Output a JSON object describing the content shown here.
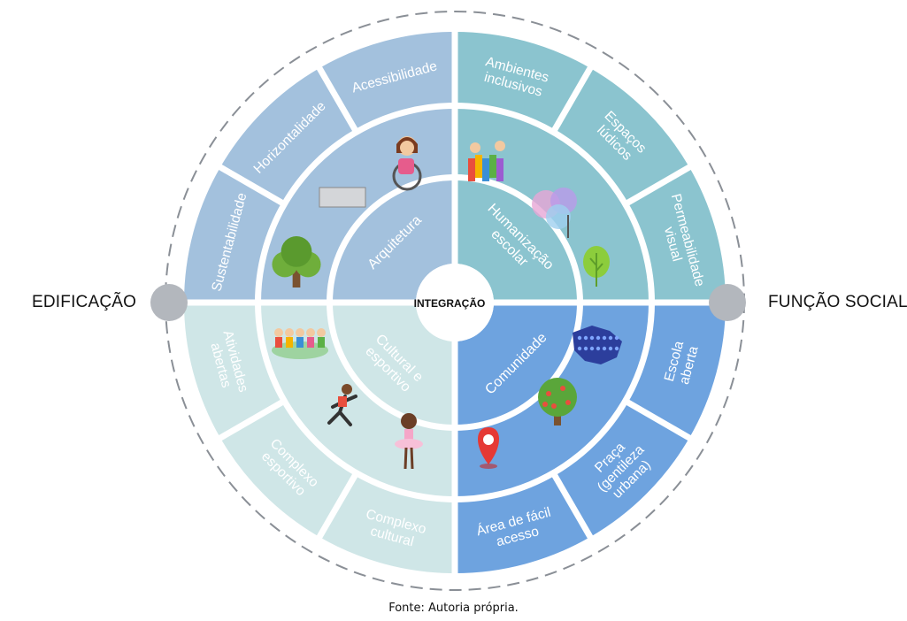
{
  "side_labels": {
    "left": "EDIFICAÇÃO",
    "right": "FUNÇÃO SOCIAL"
  },
  "center_label": "INTEGRAÇÃO",
  "caption": "Fonte: Autoria própria.",
  "colors": {
    "arquitetura": "#a3c1dd",
    "humanizacao": "#8bc4cf",
    "cultural": "#cfe6e7",
    "comunidade": "#6ea3df",
    "dashed_ring": "#8a8f96",
    "knob": "#b3b7bd"
  },
  "quadrants": [
    {
      "key": "arquitetura",
      "inner_label": [
        "Arquitetura"
      ],
      "outer_items": [
        [
          "Sustentabilidade"
        ],
        [
          "Horizontalidade"
        ],
        [
          "Acessibilidade"
        ]
      ],
      "icons": [
        "tree-icon",
        "wheelchair-child-icon",
        "gray-rectangle-icon"
      ]
    },
    {
      "key": "humanizacao",
      "inner_label": [
        "Humanização",
        "escolar"
      ],
      "outer_items": [
        [
          "Ambientes",
          "inclusivos"
        ],
        [
          "Espaços",
          "lúdicos"
        ],
        [
          "Permeabilidade",
          "visual"
        ]
      ],
      "icons": [
        "books-reading-icon",
        "watercolor-tree-icon",
        "green-tree-icon"
      ]
    },
    {
      "key": "cultural",
      "inner_label": [
        "Cultural e",
        "esportivo"
      ],
      "outer_items": [
        [
          "Atividades",
          "abertas"
        ],
        [
          "Complexo",
          "esportivo"
        ],
        [
          "Complexo",
          "cultural"
        ]
      ],
      "icons": [
        "children-playing-icon",
        "runner-icon",
        "ballerina-icon"
      ]
    },
    {
      "key": "comunidade",
      "inner_label": [
        "Comunidade"
      ],
      "outer_items": [
        [
          "Escola",
          "aberta"
        ],
        [
          "Praça",
          "(gentileza",
          "urbana)"
        ],
        [
          "Área de fácil",
          "acesso"
        ]
      ],
      "icons": [
        "people-map-icon",
        "fruit-tree-icon",
        "location-pin-icon"
      ]
    }
  ]
}
